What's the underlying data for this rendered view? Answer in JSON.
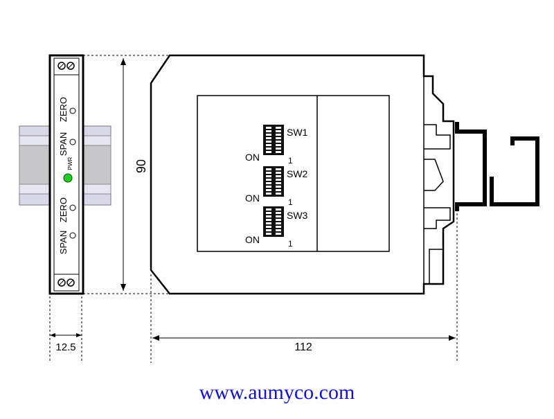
{
  "side_view": {
    "top_label": "ZERO",
    "top_label_2": "SPAN",
    "bottom_label": "ZERO",
    "bottom_label_2": "SPAN",
    "led_label": "PWR",
    "led_color": "#22cc22",
    "width_dim": "12.5"
  },
  "front_view": {
    "height_dim": "90",
    "width_dim": "112",
    "switches": [
      {
        "name": "SW1",
        "on_label": "ON",
        "pos_label": "1"
      },
      {
        "name": "SW2",
        "on_label": "ON",
        "pos_label": "1"
      },
      {
        "name": "SW3",
        "on_label": "ON",
        "pos_label": "1"
      }
    ]
  },
  "footer": {
    "url": "www.aumyco.com",
    "url_color": "#1010ee"
  }
}
